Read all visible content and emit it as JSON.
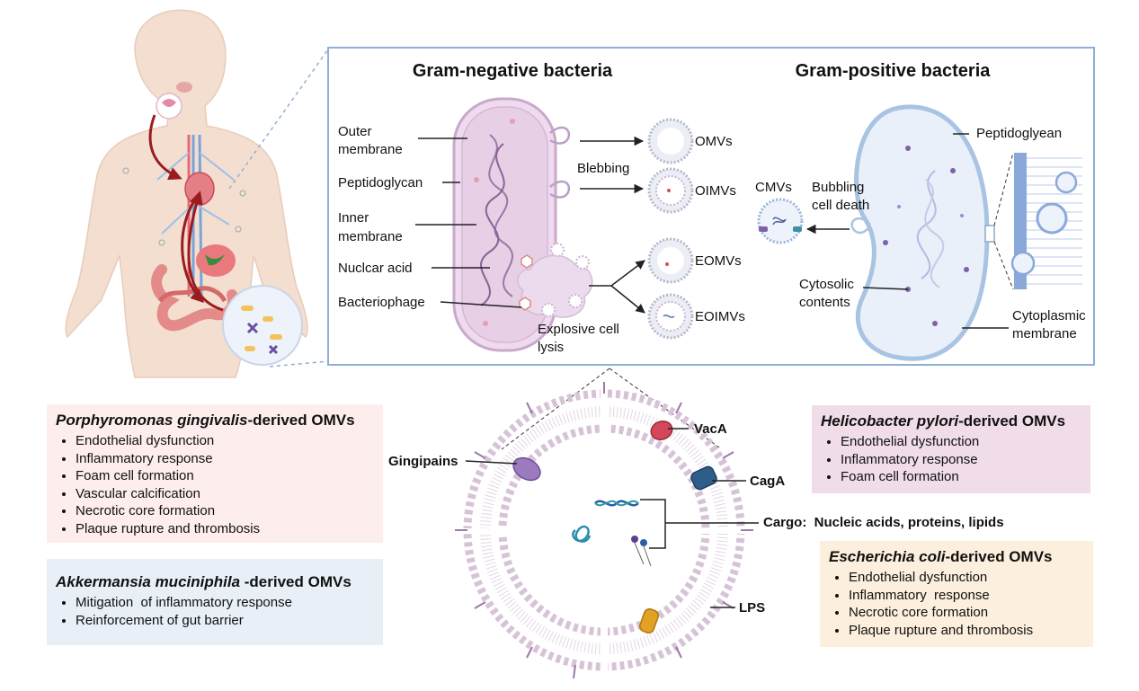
{
  "colors": {
    "frame_blue": "#8fb0d6",
    "gram_neg_fill": "#e9d3e8",
    "gram_pos_fill": "#eaf0f9",
    "arrow_red": "#9b1c1c",
    "pg_box": "#fdeeed",
    "hp_box": "#f1dde9",
    "am_box": "#e8eff7",
    "ec_box": "#fcefdd"
  },
  "gram_negative": {
    "title": "Gram-negative bacteria",
    "outer_membrane": [
      "Outer",
      "membrane"
    ],
    "peptidoglycan": "Peptidoglycan",
    "inner_membrane": [
      "Inner",
      "membrane"
    ],
    "nucleic_acid": "Nuclcar acid",
    "bacteriophage": "Bacteriophage",
    "blebbing": "Blebbing",
    "explosive_lysis": [
      "Explosive cell",
      "lysis"
    ],
    "vesicles": [
      "OMVs",
      "OIMVs",
      "EOMVs",
      "EOIMVs"
    ]
  },
  "gram_positive": {
    "title": "Gram-positive  bacteria",
    "peptidoglycan": "Peptidoglyean",
    "cmvs": "CMVs",
    "bubbling": [
      "Bubbling",
      "cell death"
    ],
    "cytosolic": [
      "Cytosolic",
      "contents"
    ],
    "cytoplasmic": [
      "Cytoplasmic",
      "membrane"
    ]
  },
  "vesicle_labels": {
    "gingipains": "Gingipains",
    "vaca": "VacA",
    "caga": "CagA",
    "cargo": "Cargo:  Nucleic acids, proteins, lipids",
    "lps": "LPS"
  },
  "panels": {
    "pg": {
      "species": "Porphyromonas gingivalis",
      "suffix": "-derived OMVs",
      "items": [
        "Endothelial dysfunction",
        "Inflammatory  response",
        "Foam cell formation",
        "Vascular calcification",
        "Necrotic core formation",
        "Plaque rupture and thrombosis"
      ]
    },
    "hp": {
      "species": "Helicobacter pylori",
      "suffix": "-derived OMVs",
      "items": [
        "Endothelial dysfunction",
        "Inflammatory  response",
        "Foam cell formation"
      ]
    },
    "am": {
      "species": "Akkermansia muciniphila",
      "suffix": " -derived OMVs",
      "items": [
        "Mitigation  of inflammatory response",
        "Reinforcement of gut barrier"
      ]
    },
    "ec": {
      "species": "Escherichia coli",
      "suffix": "-derived OMVs",
      "items": [
        "Endothelial dysfunction",
        "Inflammatory  response",
        "Necrotic core formation",
        "Plaque rupture and thrombosis"
      ]
    }
  }
}
